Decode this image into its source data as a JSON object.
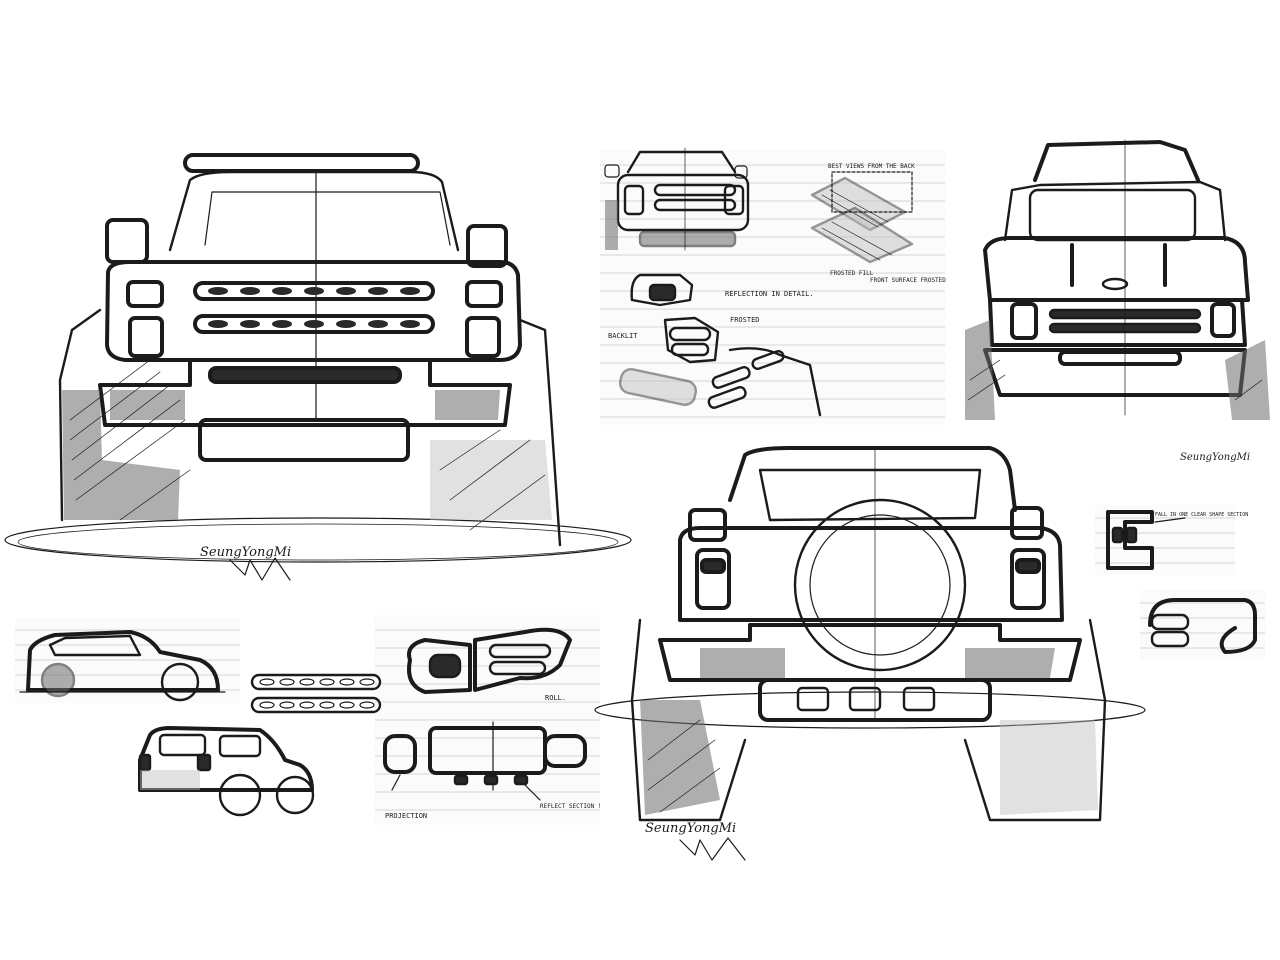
{
  "notes": {
    "front_detail_a": "BEST VIEWS FROM THE BACK",
    "front_detail_b": "FROSTED FILL",
    "front_detail_c": "FRONT SURFACE FROSTED",
    "detail_caption": "REFLECTION IN DETAIL.",
    "backlit": "BACKLIT",
    "frosted": "FROSTED",
    "roll": "ROLL.",
    "projection": "PROJECTION",
    "reflect": "REFLECT SECTION !",
    "side_note": "FALL IN ONE CLEAR SHAPE SECTION"
  },
  "signatures": {
    "sig_front": "SeungYongMi",
    "sig_rear": "SeungYongMi",
    "sig_topright": "SeungYongMi"
  },
  "colors": {
    "ink": "#1b1b1b",
    "paper": "#ffffff",
    "rule": "#c9c9c9"
  }
}
